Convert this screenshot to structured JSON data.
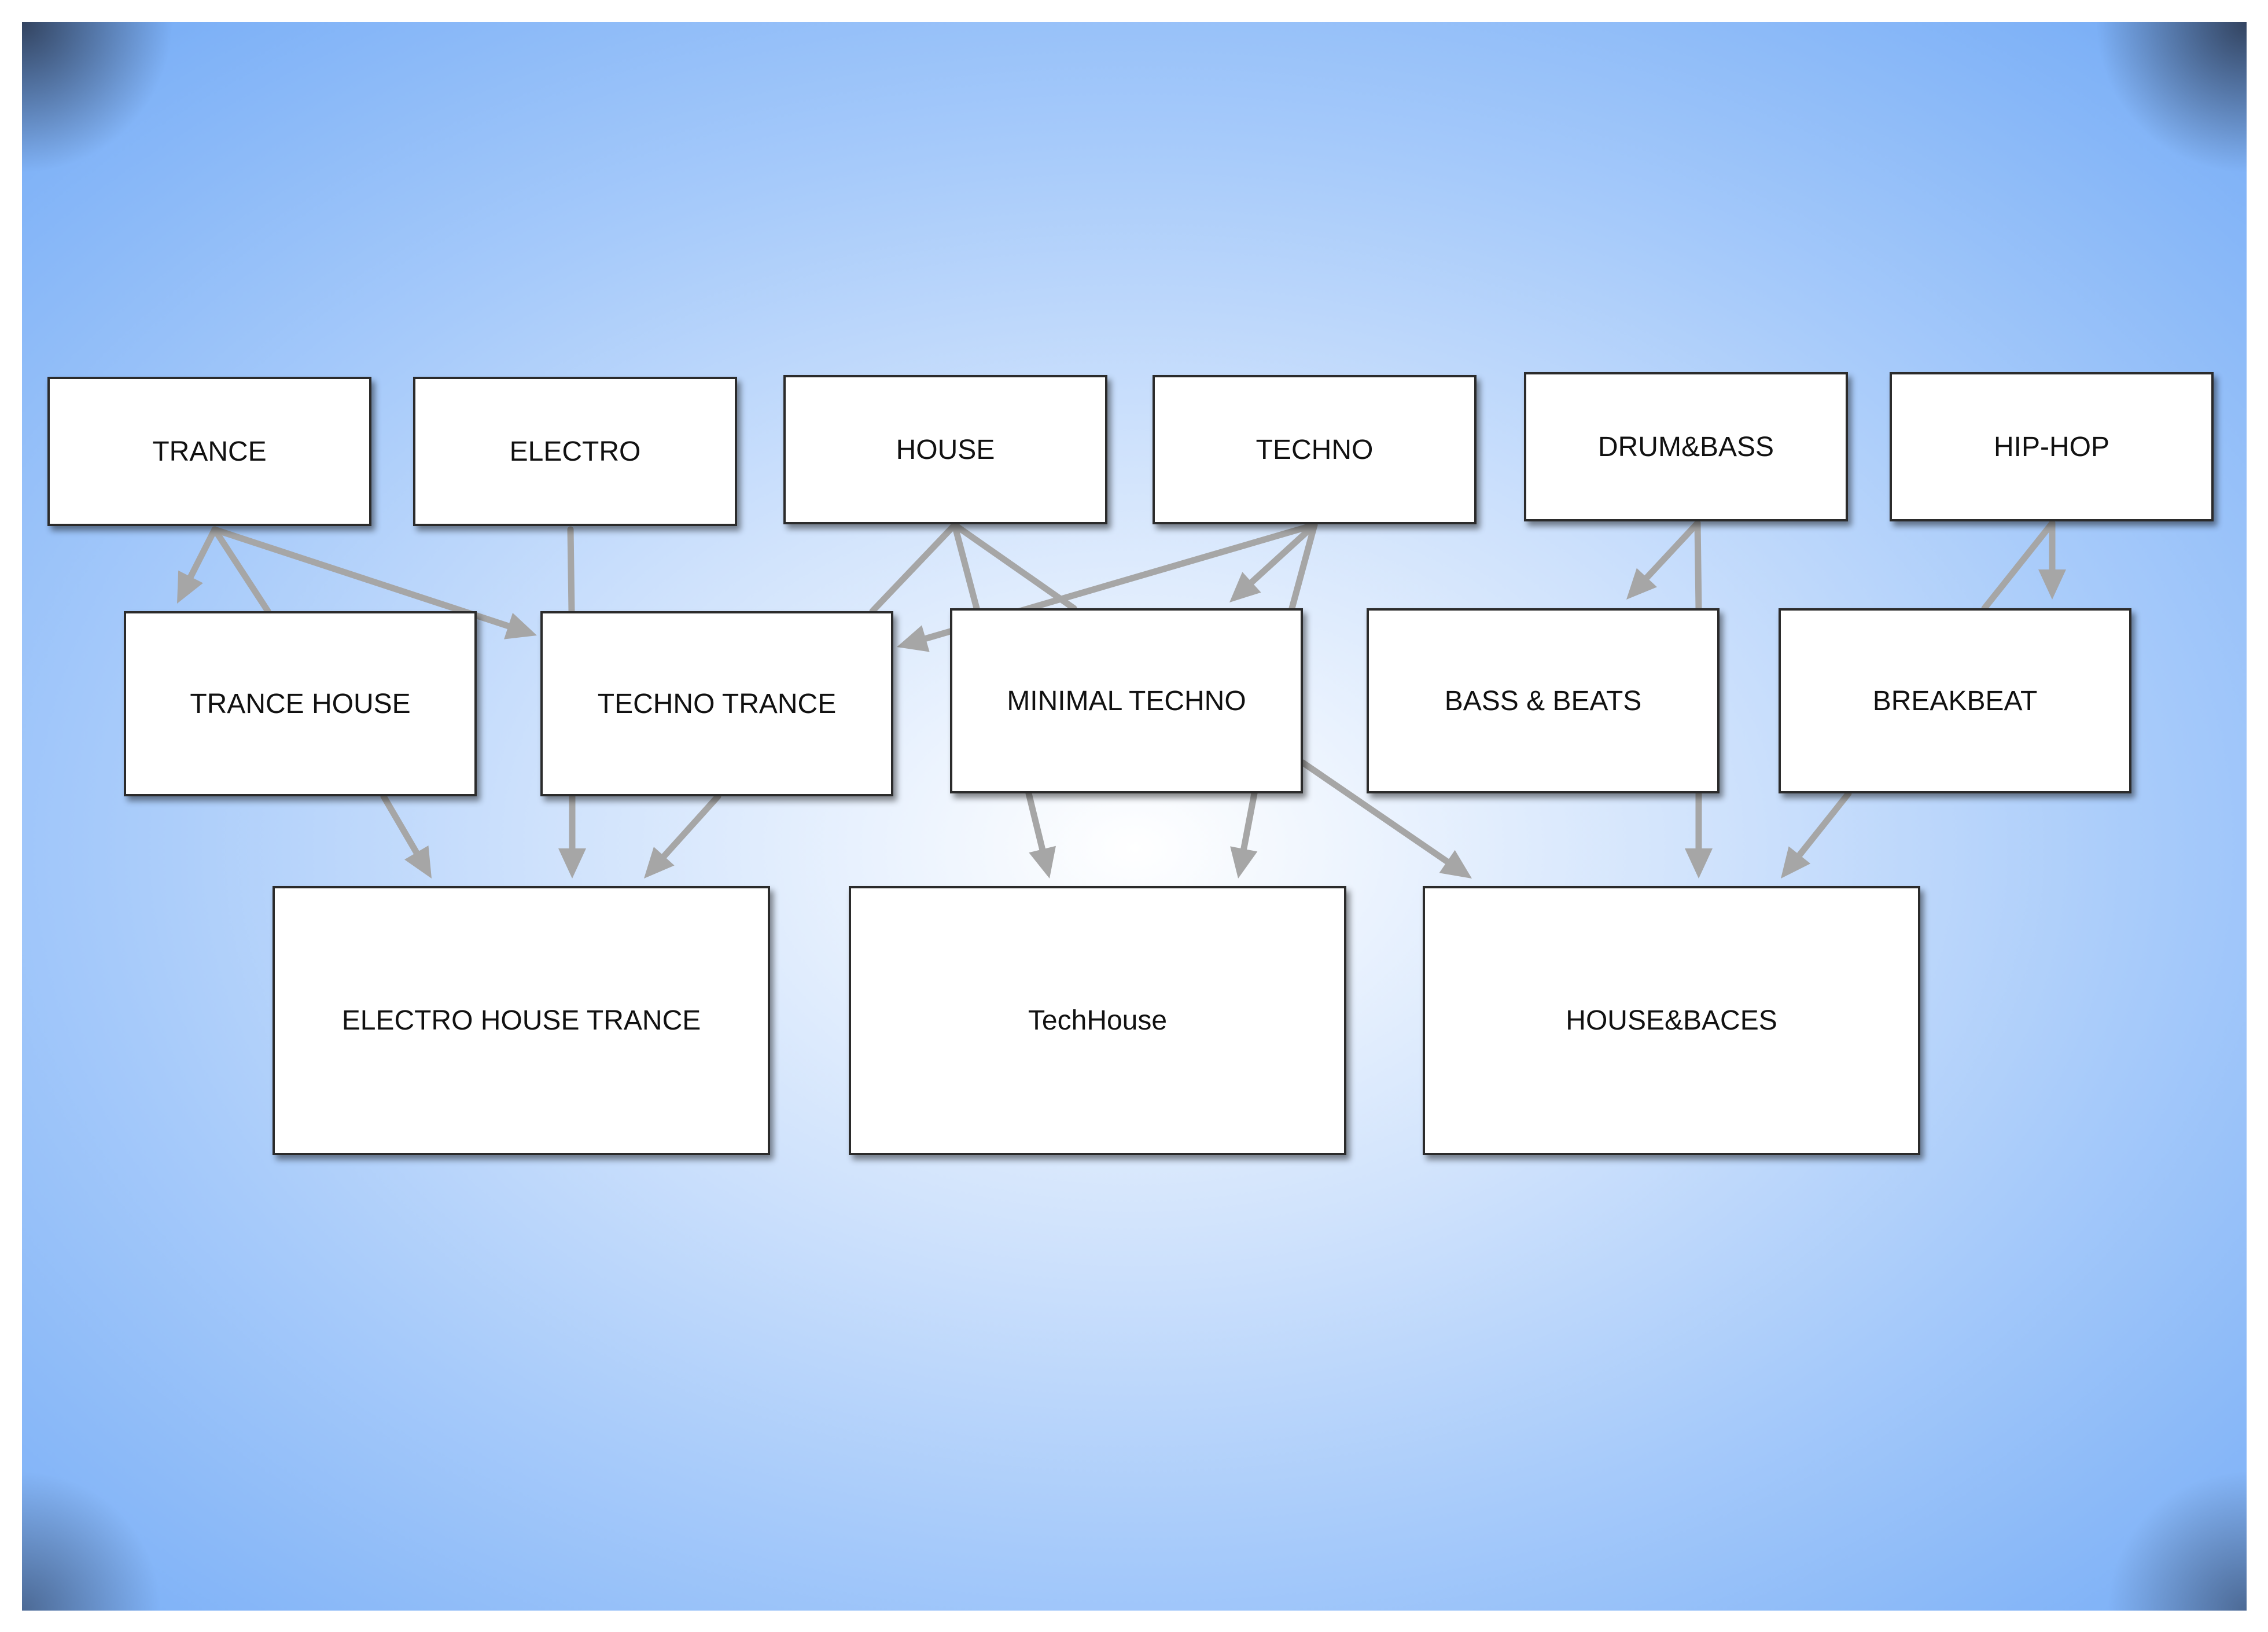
{
  "colors": {
    "edge": "#a6a6a6",
    "node_fill": "#ffffff",
    "node_border": "#2b2b2b"
  },
  "nodes": {
    "trance": "TRANCE",
    "electro": "ELECTRO",
    "house": "HOUSE",
    "techno": "TECHNO",
    "drum_bass": "DRUM&BASS",
    "hip_hop": "HIP-HOP",
    "trance_house": "TRANCE HOUSE",
    "techno_trance": "TECHNO TRANCE",
    "minimal_techno": "MINIMAL TECHNO",
    "bass_beats": "BASS & BEATS",
    "breakbeat": "BREAKBEAT",
    "electro_house_trance": "ELECTRO HOUSE TRANCE",
    "techhouse": "TechHouse",
    "house_baces": "HOUSE&BACES"
  },
  "edges": [
    {
      "from": "trance",
      "to": "trance_house",
      "arrow": true
    },
    {
      "from": "trance",
      "to": "trance_house",
      "arrow": false
    },
    {
      "from": "trance",
      "to": "techno_trance",
      "arrow": true
    },
    {
      "from": "electro",
      "to": "techno_trance",
      "arrow": false
    },
    {
      "from": "house",
      "to": "techno_trance",
      "arrow": false
    },
    {
      "from": "house",
      "to": "minimal_techno",
      "arrow": false
    },
    {
      "from": "house",
      "to": "minimal_techno",
      "arrow": false
    },
    {
      "from": "techno",
      "to": "techno_trance",
      "arrow": true
    },
    {
      "from": "techno",
      "to": "minimal_techno",
      "arrow": true
    },
    {
      "from": "techno",
      "to": "minimal_techno",
      "arrow": false
    },
    {
      "from": "drum_bass",
      "to": "bass_beats",
      "arrow": true
    },
    {
      "from": "drum_bass",
      "to": "bass_beats",
      "arrow": false
    },
    {
      "from": "hip_hop",
      "to": "breakbeat",
      "arrow": true
    },
    {
      "from": "hip_hop",
      "to": "breakbeat",
      "arrow": false
    },
    {
      "from": "trance_house",
      "to": "electro_house_trance",
      "arrow": true
    },
    {
      "from": "techno_trance",
      "to": "electro_house_trance",
      "arrow": true
    },
    {
      "from": "techno_trance",
      "to": "electro_house_trance",
      "arrow": true
    },
    {
      "from": "minimal_techno",
      "to": "techhouse",
      "arrow": true
    },
    {
      "from": "minimal_techno",
      "to": "techhouse",
      "arrow": true
    },
    {
      "from": "minimal_techno",
      "to": "house_baces",
      "arrow": true
    },
    {
      "from": "bass_beats",
      "to": "house_baces",
      "arrow": true
    },
    {
      "from": "breakbeat",
      "to": "house_baces",
      "arrow": true
    }
  ]
}
